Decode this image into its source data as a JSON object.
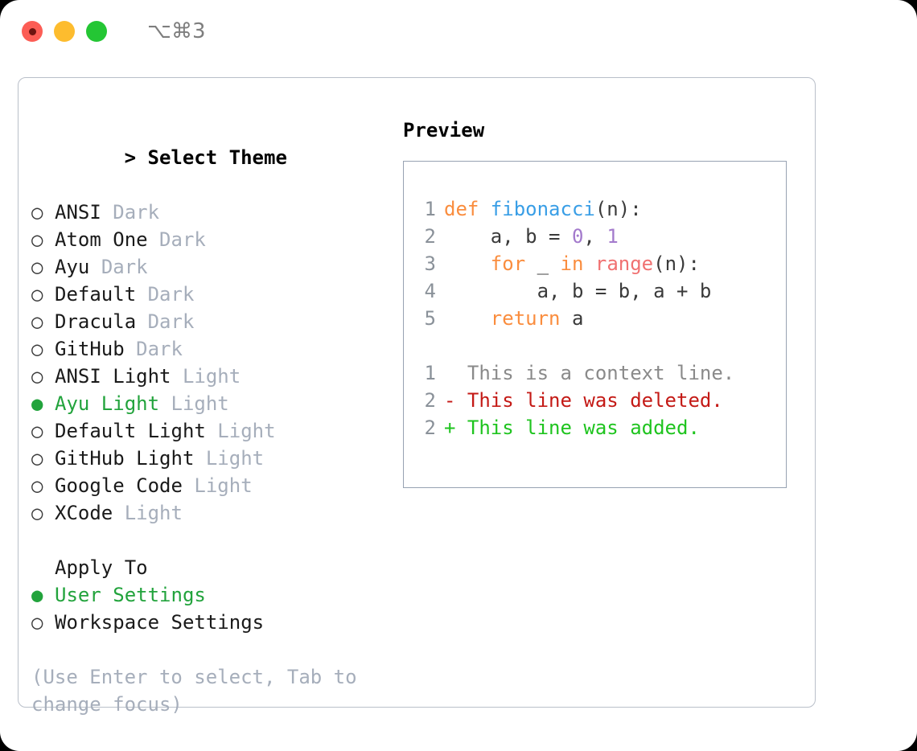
{
  "window": {
    "traffic_lights": [
      "close",
      "minimize",
      "maximize"
    ],
    "shortcut_label": "⌥⌘3",
    "colors": {
      "close": "#FC5D55",
      "minimize": "#FDBC2E",
      "maximize": "#24C634",
      "accent_green": "#22A33C",
      "muted": "#A6AEBB",
      "panel_border": "#B9BFC9",
      "code_border": "#97A2B2"
    }
  },
  "theme_panel": {
    "prompt": ">",
    "title": "Select Theme",
    "items": [
      {
        "bullet": "○",
        "label": "ANSI",
        "variant": "Dark",
        "selected": false
      },
      {
        "bullet": "○",
        "label": "Atom One",
        "variant": "Dark",
        "selected": false
      },
      {
        "bullet": "○",
        "label": "Ayu",
        "variant": "Dark",
        "selected": false
      },
      {
        "bullet": "○",
        "label": "Default",
        "variant": "Dark",
        "selected": false
      },
      {
        "bullet": "○",
        "label": "Dracula",
        "variant": "Dark",
        "selected": false
      },
      {
        "bullet": "○",
        "label": "GitHub",
        "variant": "Dark",
        "selected": false
      },
      {
        "bullet": "○",
        "label": "ANSI Light",
        "variant": "Light",
        "selected": false
      },
      {
        "bullet": "●",
        "label": "Ayu Light",
        "variant": "Light",
        "selected": true
      },
      {
        "bullet": "○",
        "label": "Default Light",
        "variant": "Light",
        "selected": false
      },
      {
        "bullet": "○",
        "label": "GitHub Light",
        "variant": "Light",
        "selected": false
      },
      {
        "bullet": "○",
        "label": "Google Code",
        "variant": "Light",
        "selected": false
      },
      {
        "bullet": "○",
        "label": "XCode",
        "variant": "Light",
        "selected": false
      }
    ]
  },
  "apply_to": {
    "header": "Apply To",
    "options": [
      {
        "bullet": "●",
        "label": "User Settings",
        "selected": true
      },
      {
        "bullet": "○",
        "label": "Workspace Settings",
        "selected": false
      }
    ]
  },
  "hint": {
    "text": "(Use Enter to select, Tab to change focus)"
  },
  "preview": {
    "title": "Preview",
    "code": {
      "lines": [
        {
          "num": "1",
          "tokens": [
            {
              "t": "def ",
              "c": "kw"
            },
            {
              "t": "fibonacci",
              "c": "fn"
            },
            {
              "t": "(n):",
              "c": "txt"
            }
          ]
        },
        {
          "num": "2",
          "tokens": [
            {
              "t": "    a, b = ",
              "c": "txt"
            },
            {
              "t": "0",
              "c": "num"
            },
            {
              "t": ", ",
              "c": "txt"
            },
            {
              "t": "1",
              "c": "num"
            }
          ]
        },
        {
          "num": "3",
          "tokens": [
            {
              "t": "    ",
              "c": "txt"
            },
            {
              "t": "for",
              "c": "kw"
            },
            {
              "t": " _ ",
              "c": "txt"
            },
            {
              "t": "in",
              "c": "kw"
            },
            {
              "t": " ",
              "c": "txt"
            },
            {
              "t": "range",
              "c": "call"
            },
            {
              "t": "(n):",
              "c": "txt"
            }
          ]
        },
        {
          "num": "4",
          "tokens": [
            {
              "t": "        a, b = b, a + b",
              "c": "txt"
            }
          ]
        },
        {
          "num": "5",
          "tokens": [
            {
              "t": "    ",
              "c": "txt"
            },
            {
              "t": "return",
              "c": "kw"
            },
            {
              "t": " a",
              "c": "txt"
            }
          ]
        }
      ],
      "diff": [
        {
          "num": "1",
          "marker": "  ",
          "text": "This is a context line.",
          "kind": "ctx"
        },
        {
          "num": "2",
          "marker": "- ",
          "text": "This line was deleted.",
          "kind": "del"
        },
        {
          "num": "2",
          "marker": "+ ",
          "text": "This line was added.",
          "kind": "add"
        }
      ]
    },
    "syntax_colors": {
      "keyword": "#FA8D3E",
      "function": "#399EE6",
      "number": "#A37ACC",
      "builtin_call": "#F07171",
      "plain": "#3A3A3A",
      "line_number": "#8A9199",
      "diff_context": "#8A8A8A",
      "diff_deleted": "#C41A16",
      "diff_added": "#1FC41F"
    }
  }
}
